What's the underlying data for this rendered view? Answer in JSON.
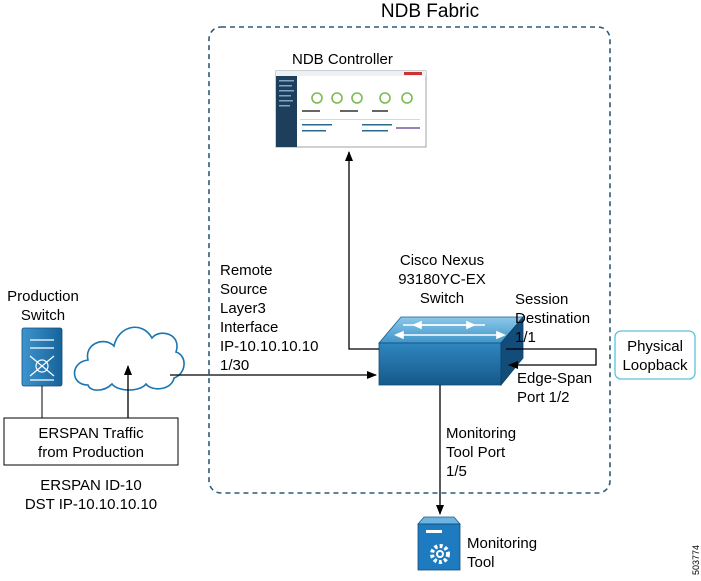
{
  "fabric": {
    "title": "NDB Fabric"
  },
  "controller": {
    "label": "NDB Controller",
    "screenshot": {
      "brand_color": "#c33",
      "accent_color": "#2a6a8c",
      "gauge_color": "#7cba52"
    }
  },
  "switch": {
    "label_lines": [
      "Cisco Nexus",
      "93180YC-EX",
      "Switch"
    ],
    "color_top": "#5aa8d6",
    "color_front": "#1b6fa8"
  },
  "production_switch": {
    "label_lines": [
      "Production",
      "Switch"
    ],
    "color": "#1f7bbf"
  },
  "traffic_box": {
    "label_lines": [
      "ERSPAN Traffic",
      "from Production"
    ]
  },
  "erspan_info": {
    "lines": [
      "ERSPAN ID-10",
      "DST IP-10.10.10.10"
    ]
  },
  "remote_source": {
    "lines": [
      "Remote",
      "Source",
      "Layer3",
      "Interface",
      "IP-10.10.10.10",
      "1/30"
    ]
  },
  "session_destination": {
    "lines": [
      "Session",
      "Destination",
      "1/1"
    ]
  },
  "edge_span": {
    "lines": [
      "Edge-Span",
      "Port 1/2"
    ]
  },
  "physical_loopback": {
    "lines": [
      "Physical",
      "Loopback"
    ],
    "border_color": "#5bc4d8"
  },
  "monitoring_port": {
    "lines": [
      "Monitoring",
      "Tool Port",
      "1/5"
    ]
  },
  "monitoring_tool": {
    "lines": [
      "Monitoring",
      "Tool"
    ],
    "color": "#1f7bbf"
  },
  "figure_id": "503774",
  "colors": {
    "fabric_border": "#2c5a78",
    "cloud_stroke": "#1a75b0",
    "arrow": "#000000"
  }
}
